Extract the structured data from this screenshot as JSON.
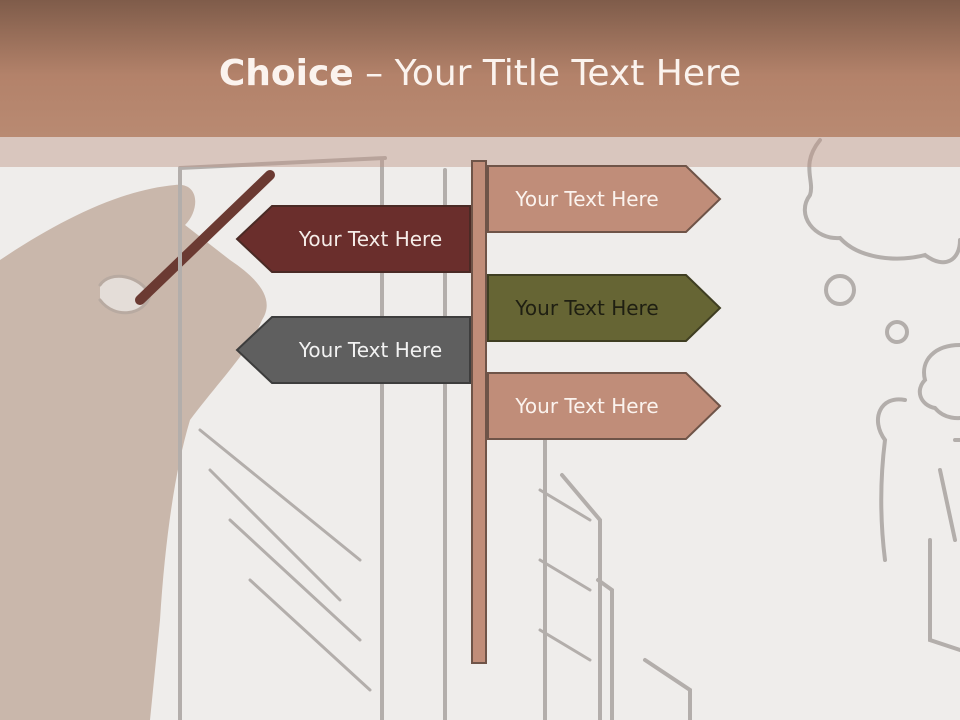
{
  "title": {
    "bold": "Choice",
    "separator": " – ",
    "rest": "Your Title Text Here"
  },
  "signs": [
    {
      "label": "Your Text Here",
      "direction": "right",
      "fill": "#c08d79",
      "text_color": "#fbf3ee"
    },
    {
      "label": "Your Text Here",
      "direction": "left",
      "fill": "#6a2e2c",
      "text_color": "#f5ece8"
    },
    {
      "label": "Your Text Here",
      "direction": "right",
      "fill": "#666534",
      "text_color": "#1f1f12"
    },
    {
      "label": "Your Text Here",
      "direction": "left",
      "fill": "#5f5f5f",
      "text_color": "#f2f2f2"
    },
    {
      "label": "Your Text Here",
      "direction": "right",
      "fill": "#c08d79",
      "text_color": "#fbf3ee"
    }
  ],
  "colors": {
    "pole": "#c08d79",
    "outline": "#6f5448",
    "title_bar": "#b3826a"
  }
}
